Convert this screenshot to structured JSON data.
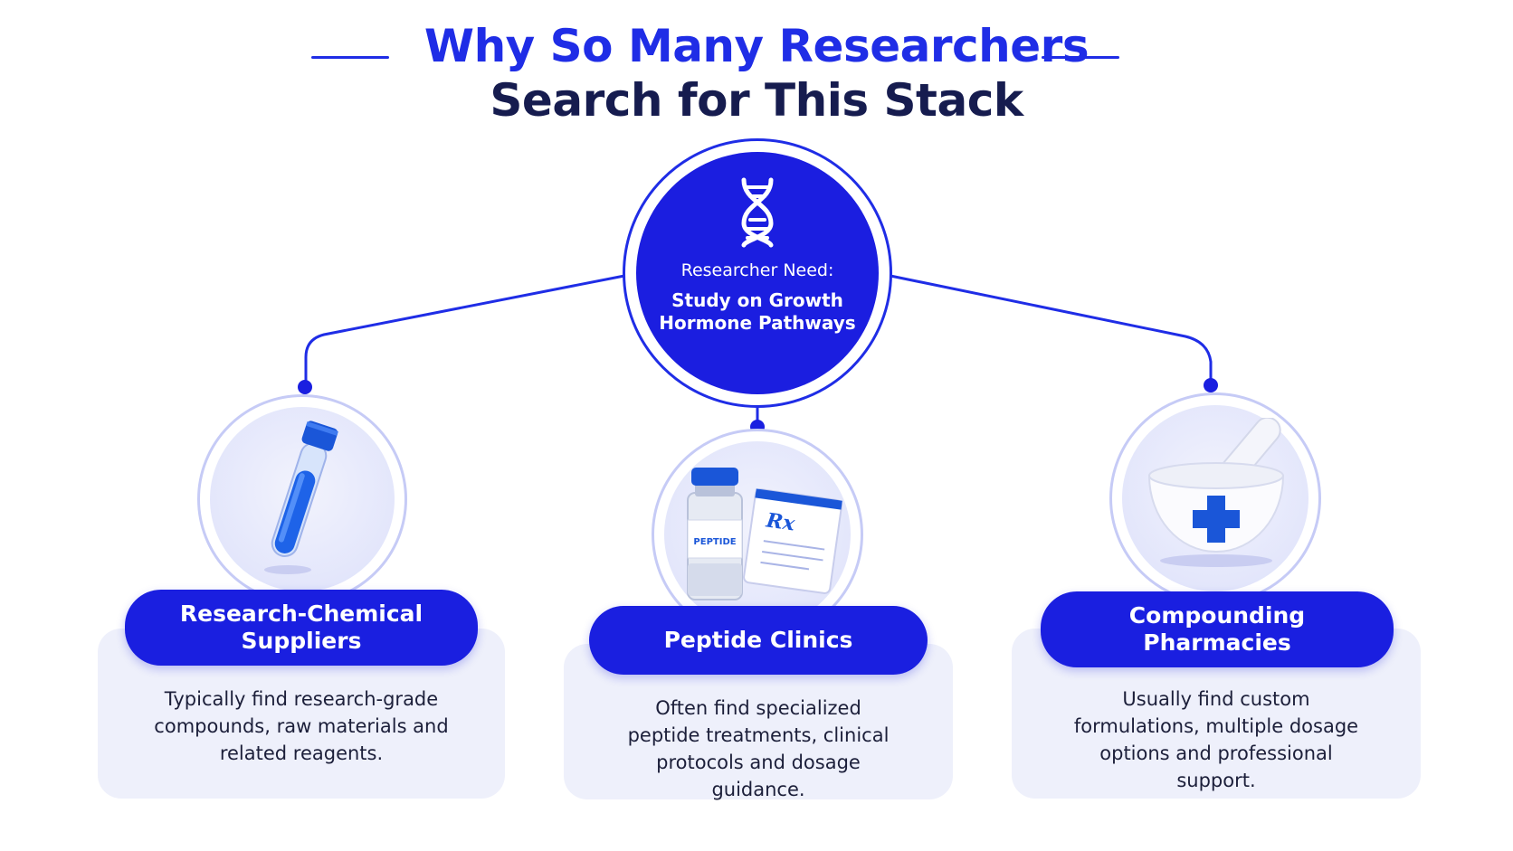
{
  "title": {
    "line1": "Why So Many Researchers",
    "line2": "Search for This Stack"
  },
  "hub": {
    "label": "Researcher Need:",
    "focus": "Study on Growth Hormone Pathways",
    "icon": "dna-icon"
  },
  "sources": [
    {
      "name": "Research-Chemical Suppliers",
      "description": "Typically find research-grade compounds, raw materials and related reagents.",
      "icon": "test-tube-icon"
    },
    {
      "name": "Peptide Clinics",
      "description": "Often find specialized peptide treatments, clinical protocols and dosage guidance.",
      "icon": "vial-prescription-icon",
      "vial_label": "PEPTIDE",
      "rx_label": "Rx"
    },
    {
      "name": "Compounding Pharmacies",
      "description": "Usually find custom formulations, multiple dosage options and professional support.",
      "icon": "mortar-pestle-icon"
    }
  ],
  "colors": {
    "primary": "#1a1fe0",
    "title_dark": "#161c4f",
    "card_bg": "#eef0fb",
    "ring": "#c6cbf6"
  }
}
